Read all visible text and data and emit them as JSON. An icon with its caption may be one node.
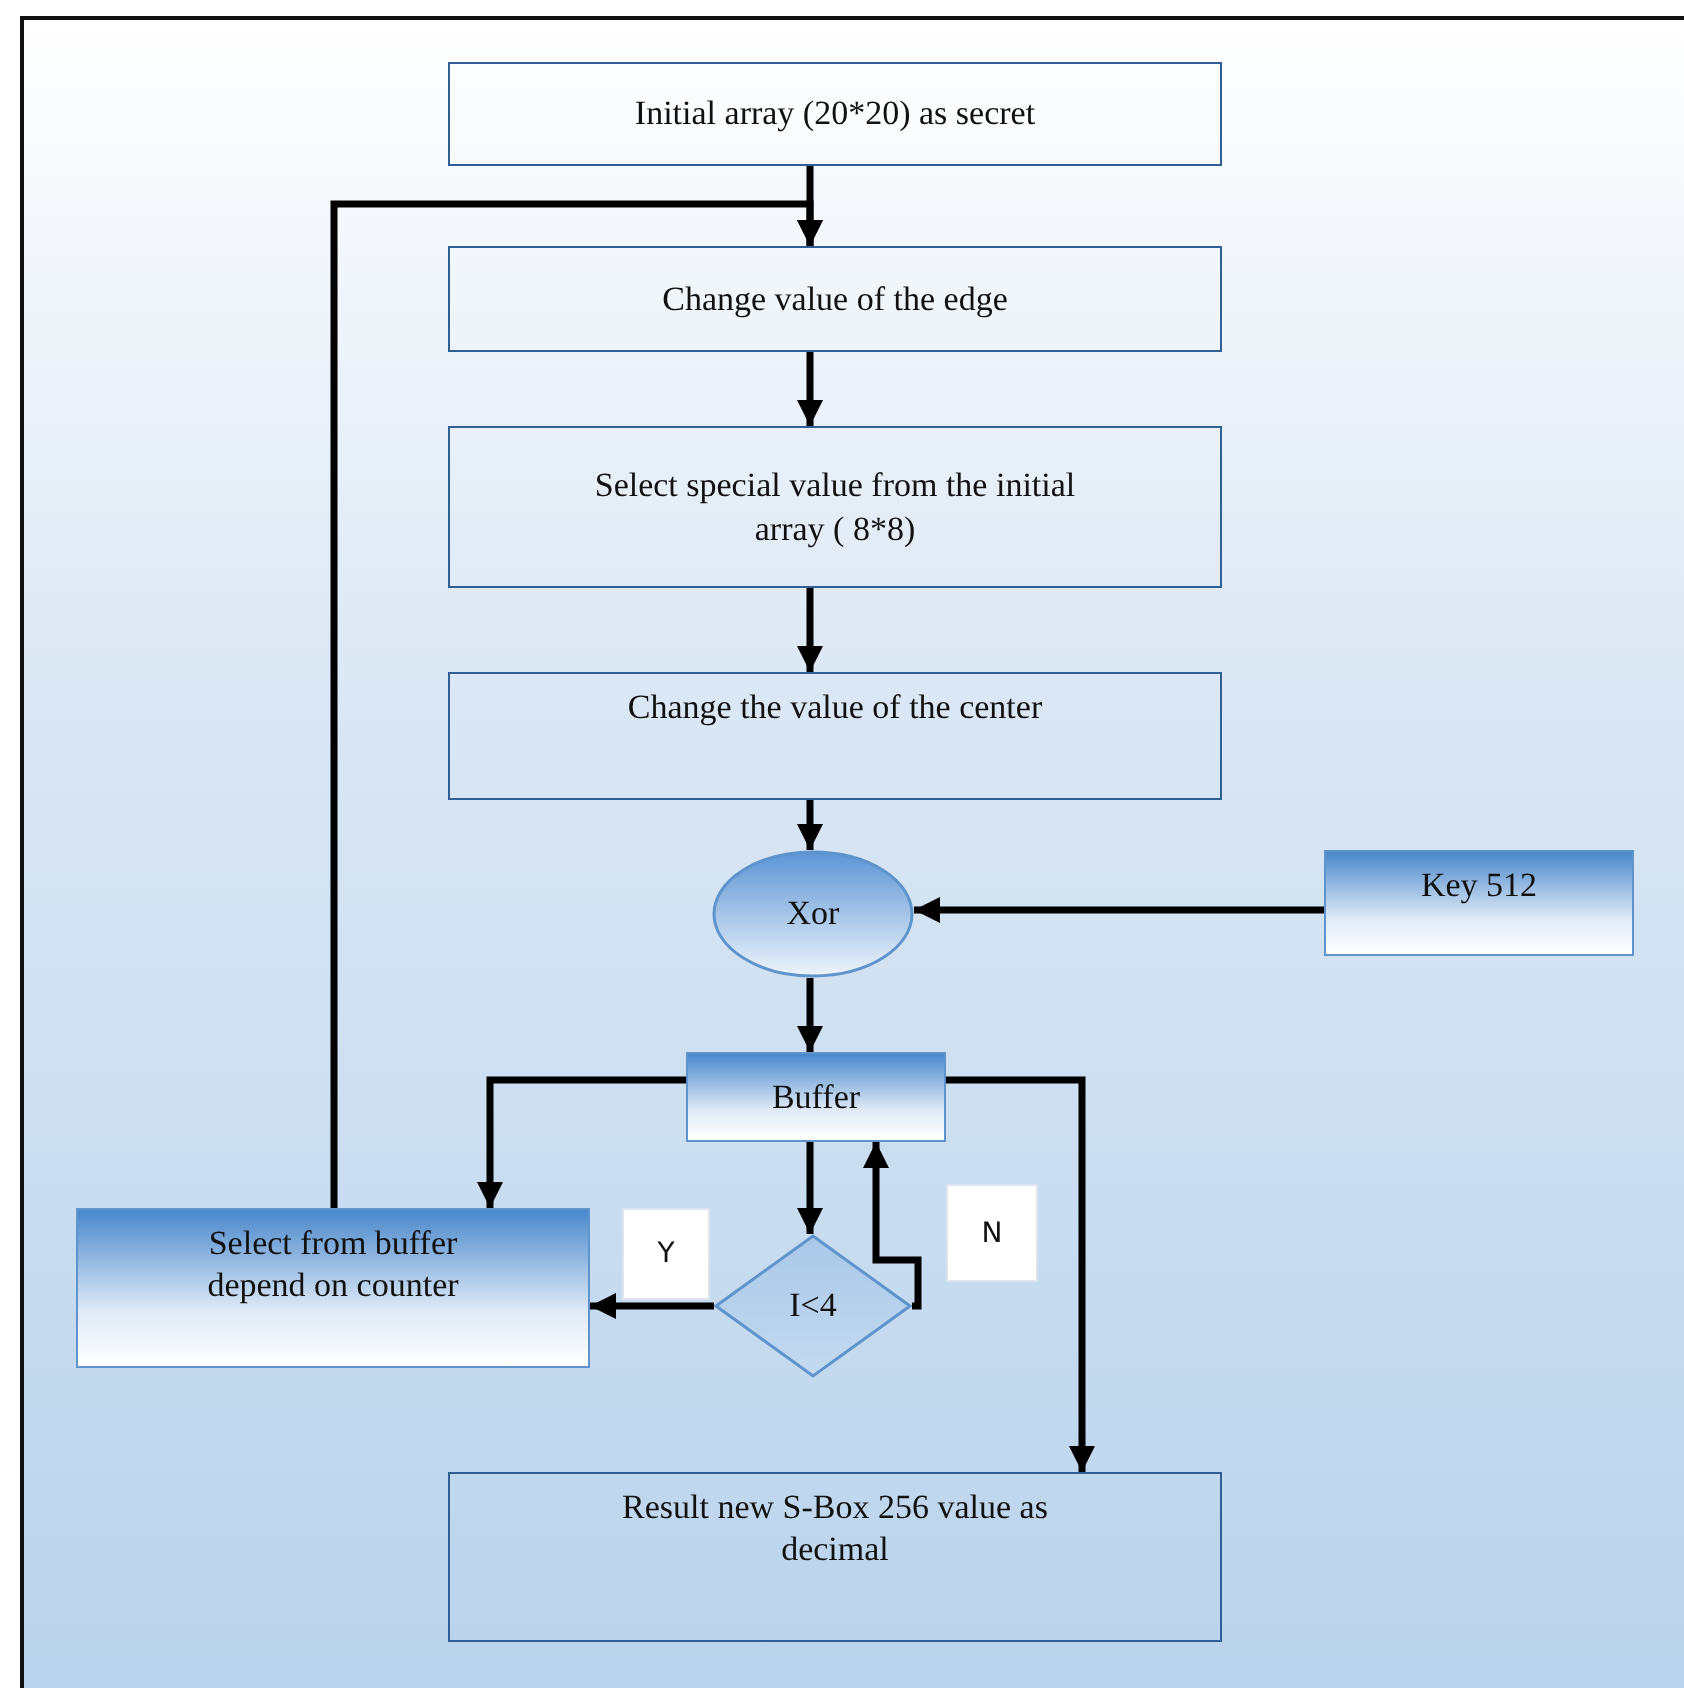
{
  "diagram": {
    "nodes": [
      {
        "text": [
          "Initial array (20*20) as secret"
        ]
      },
      {
        "text": [
          "Change value of the edge"
        ]
      },
      {
        "text": [
          "Select special value from the initial array  ( 8*8)"
        ]
      },
      {
        "text": [
          "Change the value of the center"
        ]
      },
      {
        "text": [
          "Xor"
        ]
      },
      {
        "text": [
          "Key 512"
        ]
      },
      {
        "text": [
          "Buffer"
        ]
      },
      {
        "text": [
          "Select from buffer depend on counter"
        ]
      },
      {
        "text": [
          "I<4"
        ]
      },
      {
        "text": [
          "Result new S-Box 256 value as decimal"
        ]
      }
    ],
    "edges": [
      {
        "from": 0,
        "to": 1,
        "arrow": "to"
      },
      {
        "from": 1,
        "to": 2,
        "arrow": "to"
      },
      {
        "from": 2,
        "to": 3,
        "arrow": "to"
      },
      {
        "from": 3,
        "to": 4,
        "arrow": "to"
      },
      {
        "from": 5,
        "to": 4,
        "arrow": "to"
      },
      {
        "from": 4,
        "to": 6,
        "arrow": "to"
      },
      {
        "from": 6,
        "to": 7,
        "arrow": "to"
      },
      {
        "from": 6,
        "to": 8,
        "arrow": "to"
      },
      {
        "from": 8,
        "to": 6,
        "arrow": "to",
        "label": "N"
      },
      {
        "from": 8,
        "to": 7,
        "arrow": "to",
        "label": "Y"
      },
      {
        "from": 6,
        "to": 9,
        "arrow": "to"
      },
      {
        "from": 7,
        "to": 1,
        "arrow": "to"
      }
    ]
  }
}
